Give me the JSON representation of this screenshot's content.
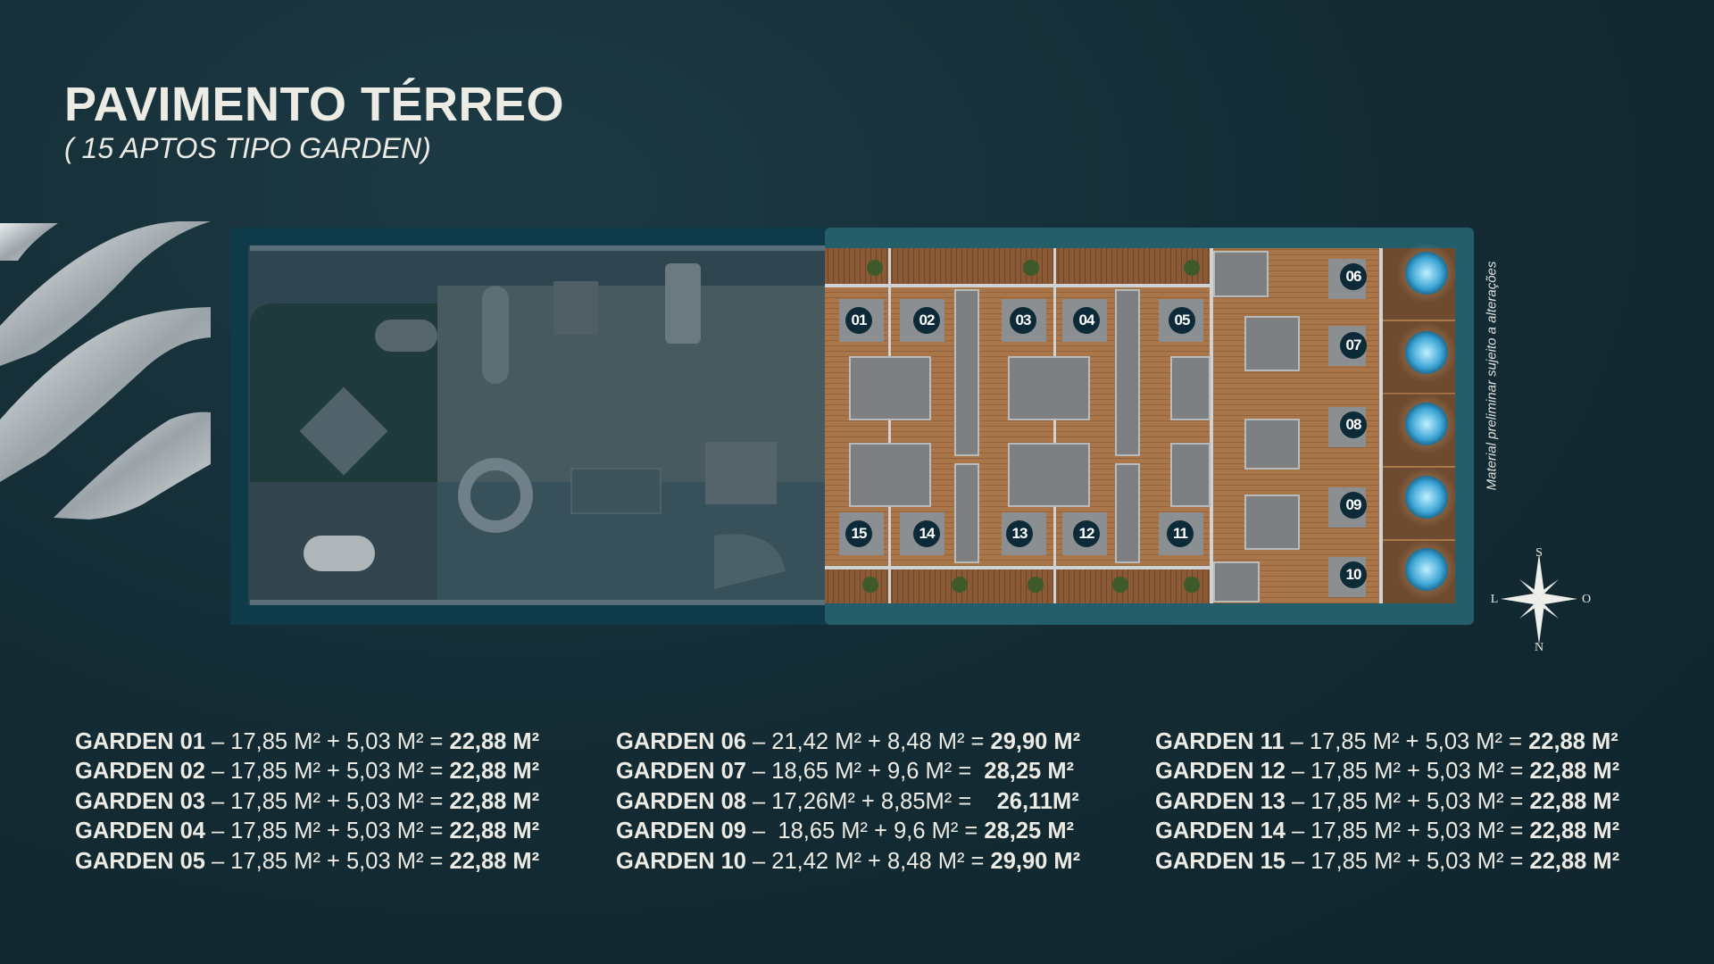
{
  "header": {
    "title": "PAVIMENTO TÉRREO",
    "subtitle": "( 15 APTOS TIPO GARDEN)"
  },
  "plan": {
    "units_top": [
      "01",
      "02",
      "03",
      "04",
      "05"
    ],
    "units_bottom": [
      "15",
      "14",
      "13",
      "12",
      "11"
    ],
    "units_right": [
      "06",
      "07",
      "08",
      "09",
      "10"
    ]
  },
  "note": "Material preliminar sujeito a alterações",
  "compass": {
    "north": "N",
    "south": "S",
    "east": "L",
    "west": "O"
  },
  "colors": {
    "background": "#142c35",
    "frame_dark": "#0f3a4a",
    "frame_light": "#245e6b",
    "text": "#ecebe4",
    "label": "#0d2a38"
  },
  "gardens": [
    [
      {
        "name": "GARDEN 01",
        "formula": " – 17,85 M² + 5,03 M² = ",
        "total": "22,88 M²"
      },
      {
        "name": "GARDEN 02",
        "formula": " – 17,85 M² + 5,03 M² = ",
        "total": "22,88 M²"
      },
      {
        "name": "GARDEN 03",
        "formula": " – 17,85 M² + 5,03 M² = ",
        "total": "22,88 M²"
      },
      {
        "name": "GARDEN 04",
        "formula": " – 17,85 M² + 5,03 M² = ",
        "total": "22,88 M²"
      },
      {
        "name": "GARDEN 05",
        "formula": " – 17,85 M² + 5,03 M² = ",
        "total": "22,88 M²"
      }
    ],
    [
      {
        "name": "GARDEN 06",
        "formula": " – 21,42 M² + 8,48 M² = ",
        "total": "29,90 M²"
      },
      {
        "name": "GARDEN 07",
        "formula": " – 18,65 M² + 9,6 M² =  ",
        "total": "28,25 M²"
      },
      {
        "name": "GARDEN 08",
        "formula": " – 17,26M² + 8,85M² =    ",
        "total": "26,11M²"
      },
      {
        "name": "GARDEN 09",
        "formula": " –  18,65 M² + 9,6 M² = ",
        "total": "28,25 M²"
      },
      {
        "name": "GARDEN 10",
        "formula": " – 21,42 M² + 8,48 M² = ",
        "total": "29,90 M²"
      }
    ],
    [
      {
        "name": "GARDEN 11",
        "formula": " – 17,85 M² + 5,03 M² = ",
        "total": "22,88 M²"
      },
      {
        "name": "GARDEN 12",
        "formula": " – 17,85 M² + 5,03 M² = ",
        "total": "22,88 M²"
      },
      {
        "name": "GARDEN 13",
        "formula": " – 17,85 M² + 5,03 M² = ",
        "total": "22,88 M²"
      },
      {
        "name": "GARDEN 14",
        "formula": " – 17,85 M² + 5,03 M² = ",
        "total": "22,88 M²"
      },
      {
        "name": "GARDEN 15",
        "formula": " – 17,85 M² + 5,03 M² = ",
        "total": "22,88 M²"
      }
    ]
  ]
}
